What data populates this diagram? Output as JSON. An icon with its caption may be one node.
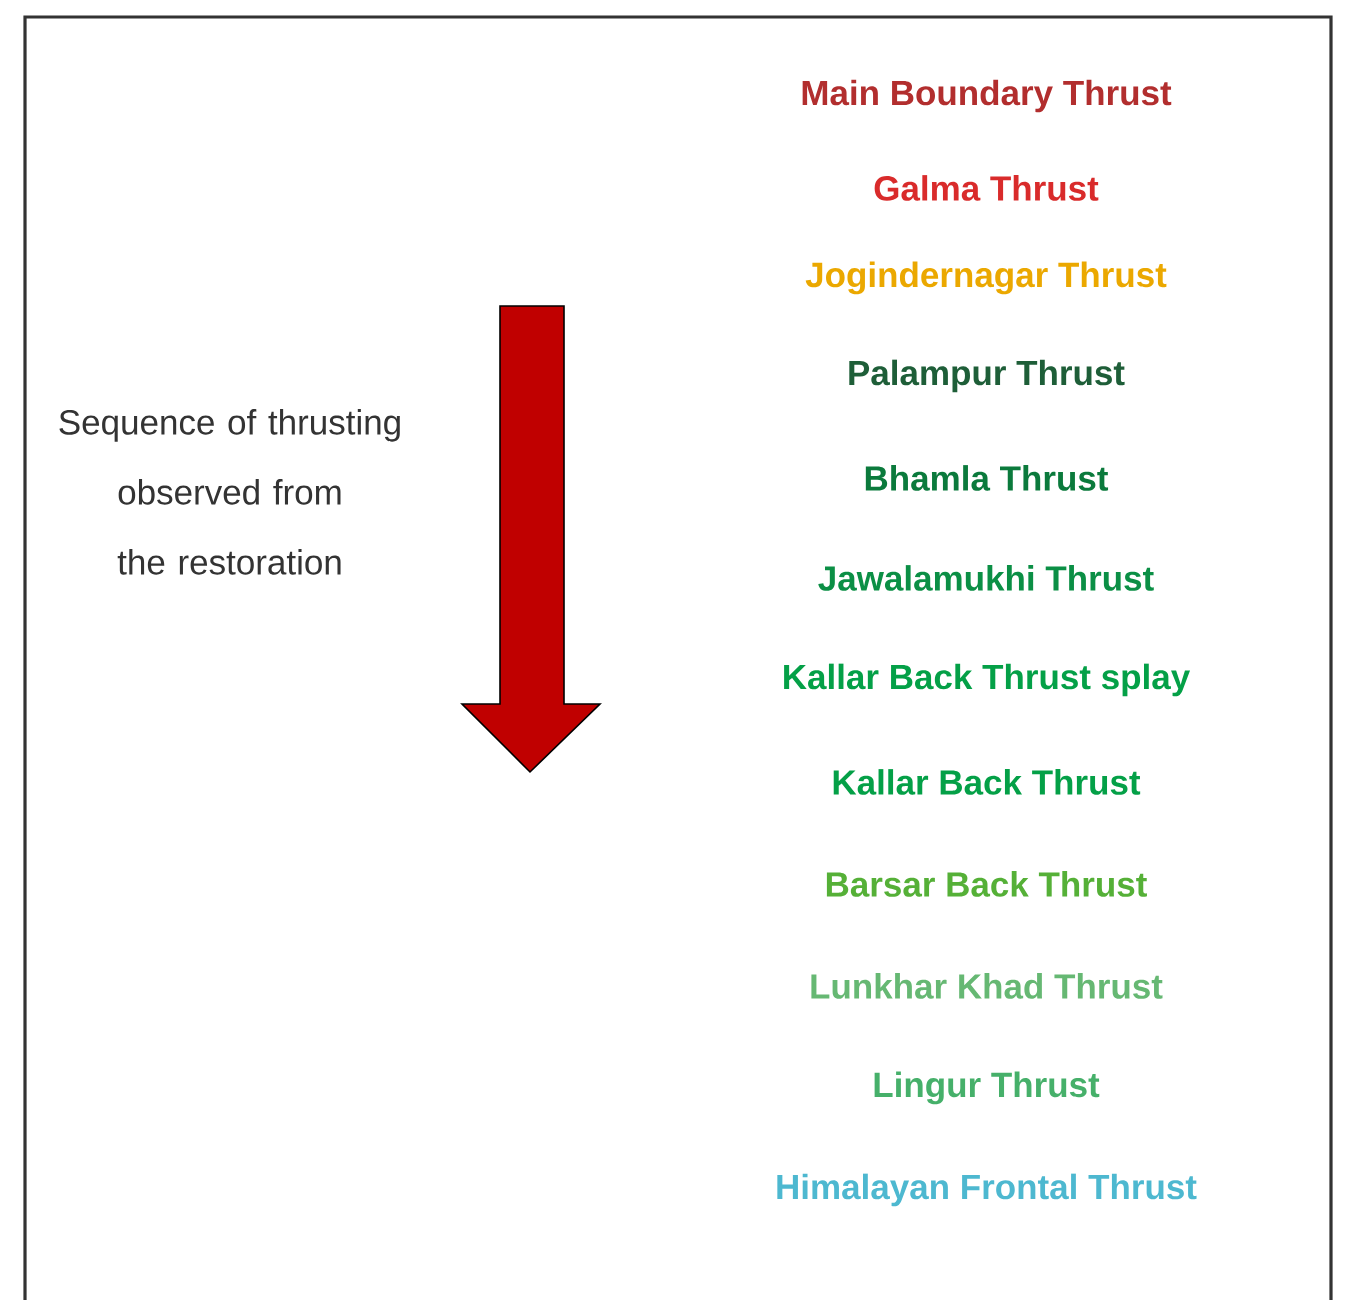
{
  "diagram": {
    "labels": [
      "Sequence of thrusting observed from the restoration",
      "Main Boundary Thrust",
      "Galma Thrust",
      "Jogindernagar Thrust",
      "Palampur Thrust",
      "Bhamla Thrust",
      "Jawalamukhi Thrust",
      "Kallar Back Thrust splay",
      "Kallar Back Thrust",
      "Barsar Back Thrust",
      "Lunkhar Khad Thrust",
      "Lingur Thrust",
      "Himalayan Frontal Thrust"
    ]
  }
}
